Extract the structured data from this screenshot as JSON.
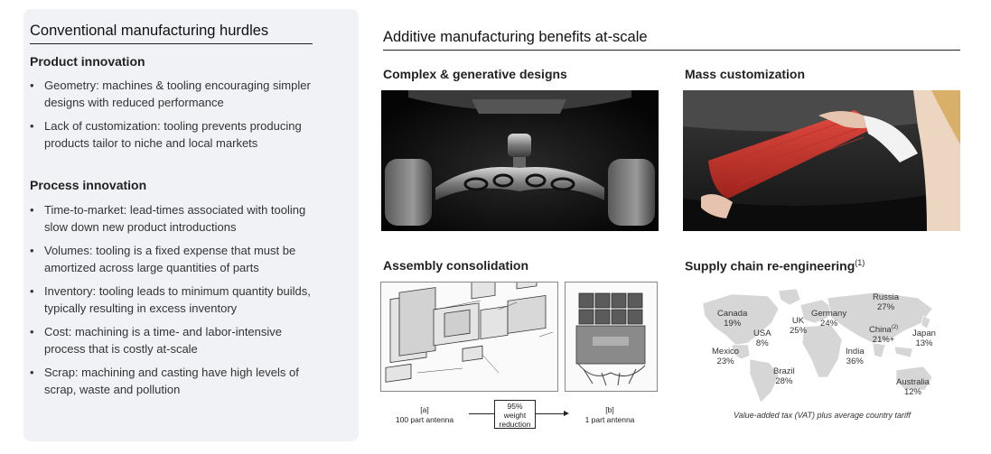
{
  "left": {
    "title": "Conventional manufacturing hurdles",
    "product_heading": "Product innovation",
    "product_bullets": [
      "Geometry: machines & tooling encouraging simpler designs with reduced performance",
      "Lack of customization:  tooling prevents producing products tailor to niche and local markets"
    ],
    "process_heading": "Process innovation",
    "process_bullets": [
      "Time-to-market: lead-times associated with tooling slow down new product introductions",
      "Volumes: tooling is a fixed expense that must be amortized across large quantities of parts",
      "Inventory: tooling leads to minimum quantity builds, typically resulting in excess inventory",
      "Cost: machining is a time- and labor-intensive process that is costly at-scale",
      "Scrap: machining and casting have high levels of scrap, waste and pollution"
    ]
  },
  "right": {
    "title": "Additive manufacturing benefits at-scale",
    "complex_heading": "Complex & generative designs",
    "mass_heading": "Mass customization",
    "assembly_heading": "Assembly consolidation",
    "supply_heading": "Supply chain re-engineering",
    "supply_footnote_mark": "(1)"
  },
  "assembly": {
    "cap_a_line1": "[a]",
    "cap_a_line2": "100 part antenna",
    "cap_b_line1": "[b]",
    "cap_b_line2": "1 part antenna",
    "weight_line1": "95%",
    "weight_line2": "weight",
    "weight_line3": "reduction"
  },
  "map": {
    "countries": [
      {
        "name": "Canada",
        "value": "19%",
        "mark": ""
      },
      {
        "name": "USA",
        "value": "8%",
        "mark": ""
      },
      {
        "name": "Mexico",
        "value": "23%",
        "mark": ""
      },
      {
        "name": "Brazil",
        "value": "28%",
        "mark": ""
      },
      {
        "name": "UK",
        "value": "25%",
        "mark": ""
      },
      {
        "name": "Germany",
        "value": "24%",
        "mark": ""
      },
      {
        "name": "Russia",
        "value": "27%",
        "mark": ""
      },
      {
        "name": "China",
        "value": "21%+",
        "mark": "(2)"
      },
      {
        "name": "Japan",
        "value": "13%",
        "mark": ""
      },
      {
        "name": "India",
        "value": "36%",
        "mark": ""
      },
      {
        "name": "Australia",
        "value": "12%",
        "mark": ""
      }
    ],
    "footnote": "Value-added tax (VAT) plus average country tariff"
  },
  "colors": {
    "panel_bg": "#f1f2f5",
    "product_red": "#c8322c",
    "map_land": "#d6d6d6"
  }
}
